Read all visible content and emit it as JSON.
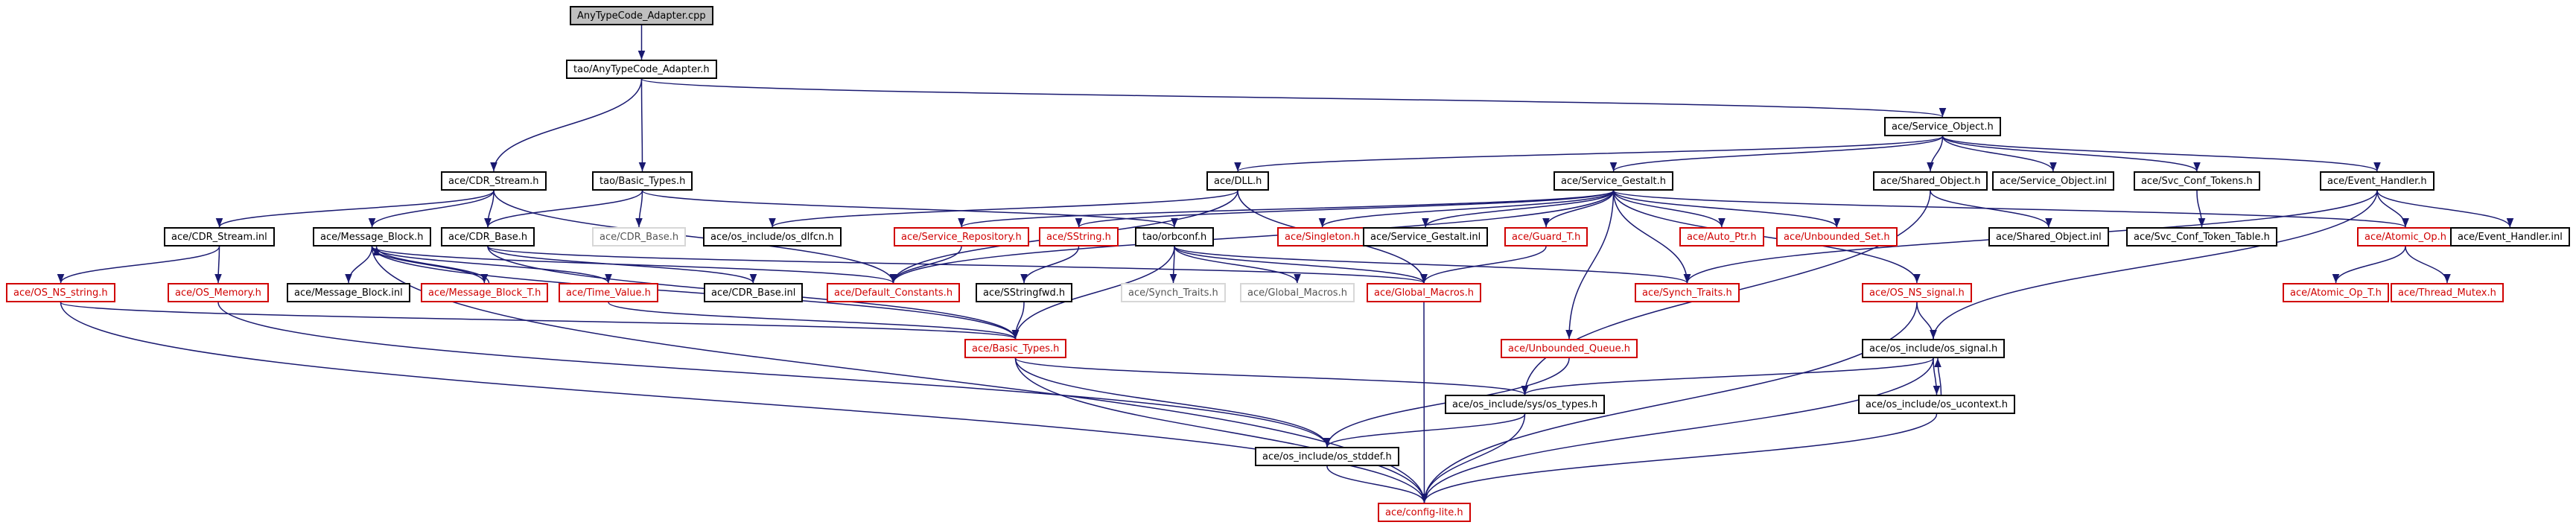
{
  "nodes": [
    {
      "id": "root",
      "label": "AnyTypeCode_Adapter.cpp",
      "style": "root"
    },
    {
      "id": "tao_atca",
      "label": "tao/AnyTypeCode_Adapter.h",
      "style": "black"
    },
    {
      "id": "cdr_stream_h",
      "label": "ace/CDR_Stream.h",
      "style": "black"
    },
    {
      "id": "tao_basic_types",
      "label": "tao/Basic_Types.h",
      "style": "black"
    },
    {
      "id": "service_object_h",
      "label": "ace/Service_Object.h",
      "style": "black"
    },
    {
      "id": "dll_h",
      "label": "ace/DLL.h",
      "style": "black"
    },
    {
      "id": "service_gestalt_h",
      "label": "ace/Service_Gestalt.h",
      "style": "black"
    },
    {
      "id": "shared_object_h",
      "label": "ace/Shared_Object.h",
      "style": "black"
    },
    {
      "id": "service_object_inl",
      "label": "ace/Service_Object.inl",
      "style": "black"
    },
    {
      "id": "svc_conf_tokens",
      "label": "ace/Svc_Conf_Tokens.h",
      "style": "black"
    },
    {
      "id": "event_handler_h",
      "label": "ace/Event_Handler.h",
      "style": "black"
    },
    {
      "id": "cdr_stream_inl",
      "label": "ace/CDR_Stream.inl",
      "style": "black"
    },
    {
      "id": "message_block_h",
      "label": "ace/Message_Block.h",
      "style": "black"
    },
    {
      "id": "cdr_base_h",
      "label": "ace/CDR_Base.h",
      "style": "black"
    },
    {
      "id": "cdr_base_h_grey",
      "label": "ace/CDR_Base.h",
      "style": "grey"
    },
    {
      "id": "os_dlfcn",
      "label": "ace/os_include/os_dlfcn.h",
      "style": "black"
    },
    {
      "id": "service_repository",
      "label": "ace/Service_Repository.h",
      "style": "red"
    },
    {
      "id": "sstring_h",
      "label": "ace/SString.h",
      "style": "red"
    },
    {
      "id": "orbconf",
      "label": "tao/orbconf.h",
      "style": "black"
    },
    {
      "id": "singleton",
      "label": "ace/Singleton.h",
      "style": "red"
    },
    {
      "id": "service_gestalt_inl",
      "label": "ace/Service_Gestalt.inl",
      "style": "black"
    },
    {
      "id": "guard_t",
      "label": "ace/Guard_T.h",
      "style": "red"
    },
    {
      "id": "auto_ptr",
      "label": "ace/Auto_Ptr.h",
      "style": "red"
    },
    {
      "id": "unbounded_set",
      "label": "ace/Unbounded_Set.h",
      "style": "red"
    },
    {
      "id": "shared_object_inl",
      "label": "ace/Shared_Object.inl",
      "style": "black"
    },
    {
      "id": "svc_conf_token_table",
      "label": "ace/Svc_Conf_Token_Table.h",
      "style": "black"
    },
    {
      "id": "atomic_op",
      "label": "ace/Atomic_Op.h",
      "style": "red"
    },
    {
      "id": "event_handler_inl",
      "label": "ace/Event_Handler.inl",
      "style": "black"
    },
    {
      "id": "os_ns_string",
      "label": "ace/OS_NS_string.h",
      "style": "red"
    },
    {
      "id": "os_memory",
      "label": "ace/OS_Memory.h",
      "style": "red"
    },
    {
      "id": "message_block_inl",
      "label": "ace/Message_Block.inl",
      "style": "black"
    },
    {
      "id": "message_block_t",
      "label": "ace/Message_Block_T.h",
      "style": "red"
    },
    {
      "id": "time_value",
      "label": "ace/Time_Value.h",
      "style": "red"
    },
    {
      "id": "cdr_base_inl",
      "label": "ace/CDR_Base.inl",
      "style": "black"
    },
    {
      "id": "default_constants",
      "label": "ace/Default_Constants.h",
      "style": "red"
    },
    {
      "id": "sstringfwd",
      "label": "ace/SStringfwd.h",
      "style": "black"
    },
    {
      "id": "synch_traits_grey",
      "label": "ace/Synch_Traits.h",
      "style": "grey"
    },
    {
      "id": "global_macros_grey",
      "label": "ace/Global_Macros.h",
      "style": "grey"
    },
    {
      "id": "global_macros",
      "label": "ace/Global_Macros.h",
      "style": "red"
    },
    {
      "id": "synch_traits",
      "label": "ace/Synch_Traits.h",
      "style": "red"
    },
    {
      "id": "os_ns_signal",
      "label": "ace/OS_NS_signal.h",
      "style": "red"
    },
    {
      "id": "atomic_op_t",
      "label": "ace/Atomic_Op_T.h",
      "style": "red"
    },
    {
      "id": "thread_mutex",
      "label": "ace/Thread_Mutex.h",
      "style": "red"
    },
    {
      "id": "unbounded_queue",
      "label": "ace/Unbounded_Queue.h",
      "style": "red"
    },
    {
      "id": "basic_types",
      "label": "ace/Basic_Types.h",
      "style": "red"
    },
    {
      "id": "os_signal",
      "label": "ace/os_include/os_signal.h",
      "style": "black"
    },
    {
      "id": "os_sys_types",
      "label": "ace/os_include/sys/os_types.h",
      "style": "black"
    },
    {
      "id": "os_ucontext",
      "label": "ace/os_include/os_ucontext.h",
      "style": "black"
    },
    {
      "id": "os_stddef",
      "label": "ace/os_include/os_stddef.h",
      "style": "black"
    },
    {
      "id": "config_lite",
      "label": "ace/config-lite.h",
      "style": "red"
    }
  ],
  "edges": [
    [
      "root",
      "tao_atca"
    ],
    [
      "tao_atca",
      "cdr_stream_h"
    ],
    [
      "tao_atca",
      "tao_basic_types"
    ],
    [
      "tao_atca",
      "service_object_h"
    ],
    [
      "service_object_h",
      "dll_h"
    ],
    [
      "service_object_h",
      "service_gestalt_h"
    ],
    [
      "service_object_h",
      "shared_object_h"
    ],
    [
      "service_object_h",
      "service_object_inl"
    ],
    [
      "service_object_h",
      "svc_conf_tokens"
    ],
    [
      "service_object_h",
      "event_handler_h"
    ],
    [
      "cdr_stream_h",
      "cdr_stream_inl"
    ],
    [
      "cdr_stream_h",
      "message_block_h"
    ],
    [
      "cdr_stream_h",
      "cdr_base_h"
    ],
    [
      "tao_basic_types",
      "cdr_base_h"
    ],
    [
      "tao_basic_types",
      "cdr_base_h_grey"
    ],
    [
      "tao_basic_types",
      "orbconf"
    ],
    [
      "dll_h",
      "os_dlfcn"
    ],
    [
      "dll_h",
      "default_constants"
    ],
    [
      "dll_h",
      "global_macros"
    ],
    [
      "service_gestalt_h",
      "service_repository"
    ],
    [
      "service_gestalt_h",
      "sstring_h"
    ],
    [
      "service_gestalt_h",
      "singleton"
    ],
    [
      "service_gestalt_h",
      "service_gestalt_inl"
    ],
    [
      "service_gestalt_h",
      "guard_t"
    ],
    [
      "service_gestalt_h",
      "auto_ptr"
    ],
    [
      "service_gestalt_h",
      "unbounded_set"
    ],
    [
      "service_gestalt_h",
      "synch_traits"
    ],
    [
      "service_gestalt_h",
      "os_ns_signal"
    ],
    [
      "service_gestalt_h",
      "unbounded_queue"
    ],
    [
      "service_gestalt_h",
      "default_constants"
    ],
    [
      "service_gestalt_h",
      "atomic_op"
    ],
    [
      "shared_object_h",
      "shared_object_inl"
    ],
    [
      "shared_object_h",
      "os_sys_types"
    ],
    [
      "svc_conf_tokens",
      "svc_conf_token_table"
    ],
    [
      "event_handler_h",
      "atomic_op"
    ],
    [
      "event_handler_h",
      "event_handler_inl"
    ],
    [
      "event_handler_h",
      "synch_traits"
    ],
    [
      "event_handler_h",
      "os_signal"
    ],
    [
      "cdr_stream_inl",
      "os_ns_string"
    ],
    [
      "cdr_stream_inl",
      "os_memory"
    ],
    [
      "message_block_h",
      "message_block_inl"
    ],
    [
      "message_block_h",
      "message_block_t"
    ],
    [
      "message_block_h",
      "time_value"
    ],
    [
      "message_block_h",
      "default_constants"
    ],
    [
      "message_block_h",
      "config_lite"
    ],
    [
      "message_block_h",
      "basic_types"
    ],
    [
      "message_block_t",
      "message_block_h"
    ],
    [
      "cdr_base_h",
      "cdr_base_inl"
    ],
    [
      "cdr_base_h",
      "basic_types"
    ],
    [
      "cdr_base_h",
      "global_macros"
    ],
    [
      "cdr_stream_h",
      "default_constants"
    ],
    [
      "sstring_h",
      "sstringfwd"
    ],
    [
      "sstringfwd",
      "basic_types"
    ],
    [
      "orbconf",
      "synch_traits_grey"
    ],
    [
      "orbconf",
      "global_macros_grey"
    ],
    [
      "orbconf",
      "global_macros"
    ],
    [
      "orbconf",
      "synch_traits"
    ],
    [
      "orbconf",
      "basic_types"
    ],
    [
      "service_repository",
      "default_constants"
    ],
    [
      "guard_t",
      "global_macros"
    ],
    [
      "atomic_op",
      "atomic_op_t"
    ],
    [
      "atomic_op",
      "thread_mutex"
    ],
    [
      "os_ns_string",
      "basic_types"
    ],
    [
      "os_ns_string",
      "config_lite"
    ],
    [
      "os_memory",
      "os_stddef"
    ],
    [
      "time_value",
      "basic_types"
    ],
    [
      "global_macros",
      "config_lite"
    ],
    [
      "os_ns_signal",
      "os_signal"
    ],
    [
      "os_ns_signal",
      "config_lite"
    ],
    [
      "unbounded_queue",
      "os_stddef"
    ],
    [
      "basic_types",
      "os_sys_types"
    ],
    [
      "basic_types",
      "os_stddef"
    ],
    [
      "basic_types",
      "config_lite"
    ],
    [
      "os_signal",
      "os_sys_types"
    ],
    [
      "os_signal",
      "os_ucontext"
    ],
    [
      "os_signal",
      "config_lite"
    ],
    [
      "os_ucontext",
      "os_signal"
    ],
    [
      "os_ucontext",
      "config_lite"
    ],
    [
      "os_sys_types",
      "os_stddef"
    ],
    [
      "os_sys_types",
      "config_lite"
    ],
    [
      "os_stddef",
      "config_lite"
    ]
  ]
}
